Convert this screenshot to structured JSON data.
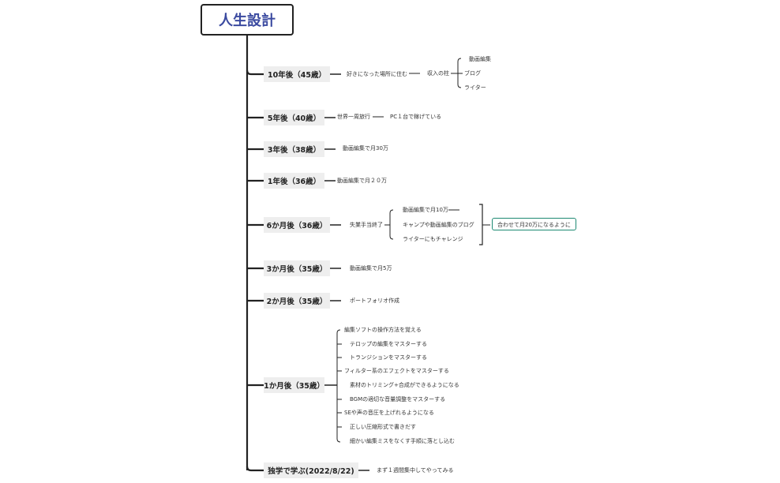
{
  "title": "人生設計",
  "branches": [
    {
      "label": "10年後（45歳）",
      "child": "好きになった場所に住む",
      "sub": "収入の柱",
      "subs": [
        "動画編集",
        "ブログ",
        "ライター"
      ]
    },
    {
      "label": "5年後（40歳）",
      "child": "世界一周旅行",
      "sub": "PC１台で稼げている"
    },
    {
      "label": "3年後（38歳）",
      "child": "動画編集で月30万"
    },
    {
      "label": "1年後（36歳）",
      "child": "動画編集で月２０万"
    },
    {
      "label": "6か月後（36歳）",
      "child": "失業手当終了",
      "subs": [
        "動画編集で月10万",
        "キャンプや動画編集のブログ",
        "ライターにもチャレンジ"
      ],
      "summary": "合わせて月20万になるように"
    },
    {
      "label": "3か月後（35歳）",
      "child": "動画編集で月5万"
    },
    {
      "label": "2か月後（35歳）",
      "child": "ポートフォリオ作成"
    },
    {
      "label": "1か月後（35歳）",
      "subs": [
        "編集ソフトの操作方法を覚える",
        "テロップの編集をマスターする",
        "トランジションをマスターする",
        "フィルター系のエフェクトをマスターする",
        "素材のトリミング+合成ができるようになる",
        "BGMの適切な音量調整をマスターする",
        "SEや声の音圧を上げれるようになる",
        "正しい圧縮形式で書きだす",
        "細かい編集ミスをなくす手順に落とし込む"
      ]
    },
    {
      "label": "独学で学ぶ(2022/8/22)",
      "child": "まず１週間集中してやってみる"
    }
  ]
}
